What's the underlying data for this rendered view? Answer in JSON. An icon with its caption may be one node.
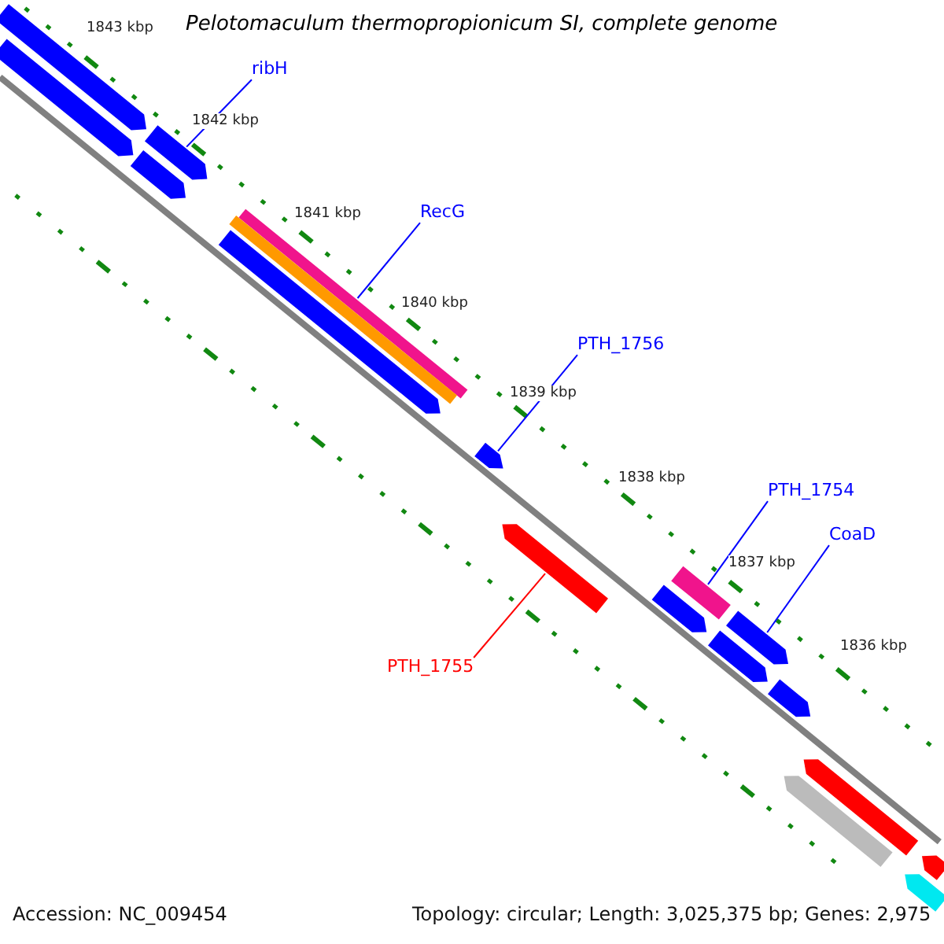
{
  "diagram": {
    "title": "Pelotomaculum thermopropionicum SI, complete genome",
    "nodes": [
      {
        "text": [
          "ribH"
        ]
      },
      {
        "text": [],
        "shape": "bar"
      },
      {
        "text": [],
        "shape": "bar"
      },
      {
        "text": [],
        "shape": "bar"
      },
      {
        "text": [],
        "shape": "bar"
      },
      {
        "text": [
          "RecG"
        ]
      },
      {
        "text": [],
        "shape": "bar"
      },
      {
        "text": [],
        "shape": "bar"
      },
      {
        "text": [],
        "shape": "bar"
      },
      {
        "text": [
          "PTH_1756"
        ]
      },
      {
        "text": [],
        "shape": "bar"
      },
      {
        "text": [
          "PTH_1754"
        ]
      },
      {
        "text": [
          "CoaD"
        ]
      },
      {
        "text": [
          "PTH_1755"
        ]
      },
      {
        "text": [],
        "shape": "bar"
      },
      {
        "text": [],
        "shape": "bar"
      },
      {
        "text": [],
        "shape": "bar"
      },
      {
        "text": [],
        "shape": "bar"
      },
      {
        "text": [],
        "shape": "bar"
      },
      {
        "text": [],
        "shape": "bar"
      },
      {
        "text": [],
        "shape": "bar"
      },
      {
        "text": [],
        "shape": "bar"
      },
      {
        "text": [],
        "shape": "bar"
      },
      {
        "text": [],
        "shape": "bar"
      }
    ],
    "edges": [
      {
        "from": 0,
        "to": 2,
        "arrow": "none"
      },
      {
        "from": 5,
        "to": 6,
        "arrow": "none"
      },
      {
        "from": 9,
        "to": 10,
        "arrow": "none"
      },
      {
        "from": 11,
        "to": 15,
        "arrow": "none"
      },
      {
        "from": 12,
        "to": 16,
        "arrow": "none"
      },
      {
        "from": 13,
        "to": 14,
        "arrow": "none",
        "color": "#ff0000"
      }
    ],
    "labels": [
      "1843 kbp",
      "1842 kbp",
      "1841 kbp",
      "1840 kbp",
      "1839 kbp",
      "1838 kbp",
      "1837 kbp",
      "1836 kbp",
      "Accession: NC_009454",
      "Topology: circular; Length: 3,025,375 bp; Genes: 2,975"
    ]
  }
}
